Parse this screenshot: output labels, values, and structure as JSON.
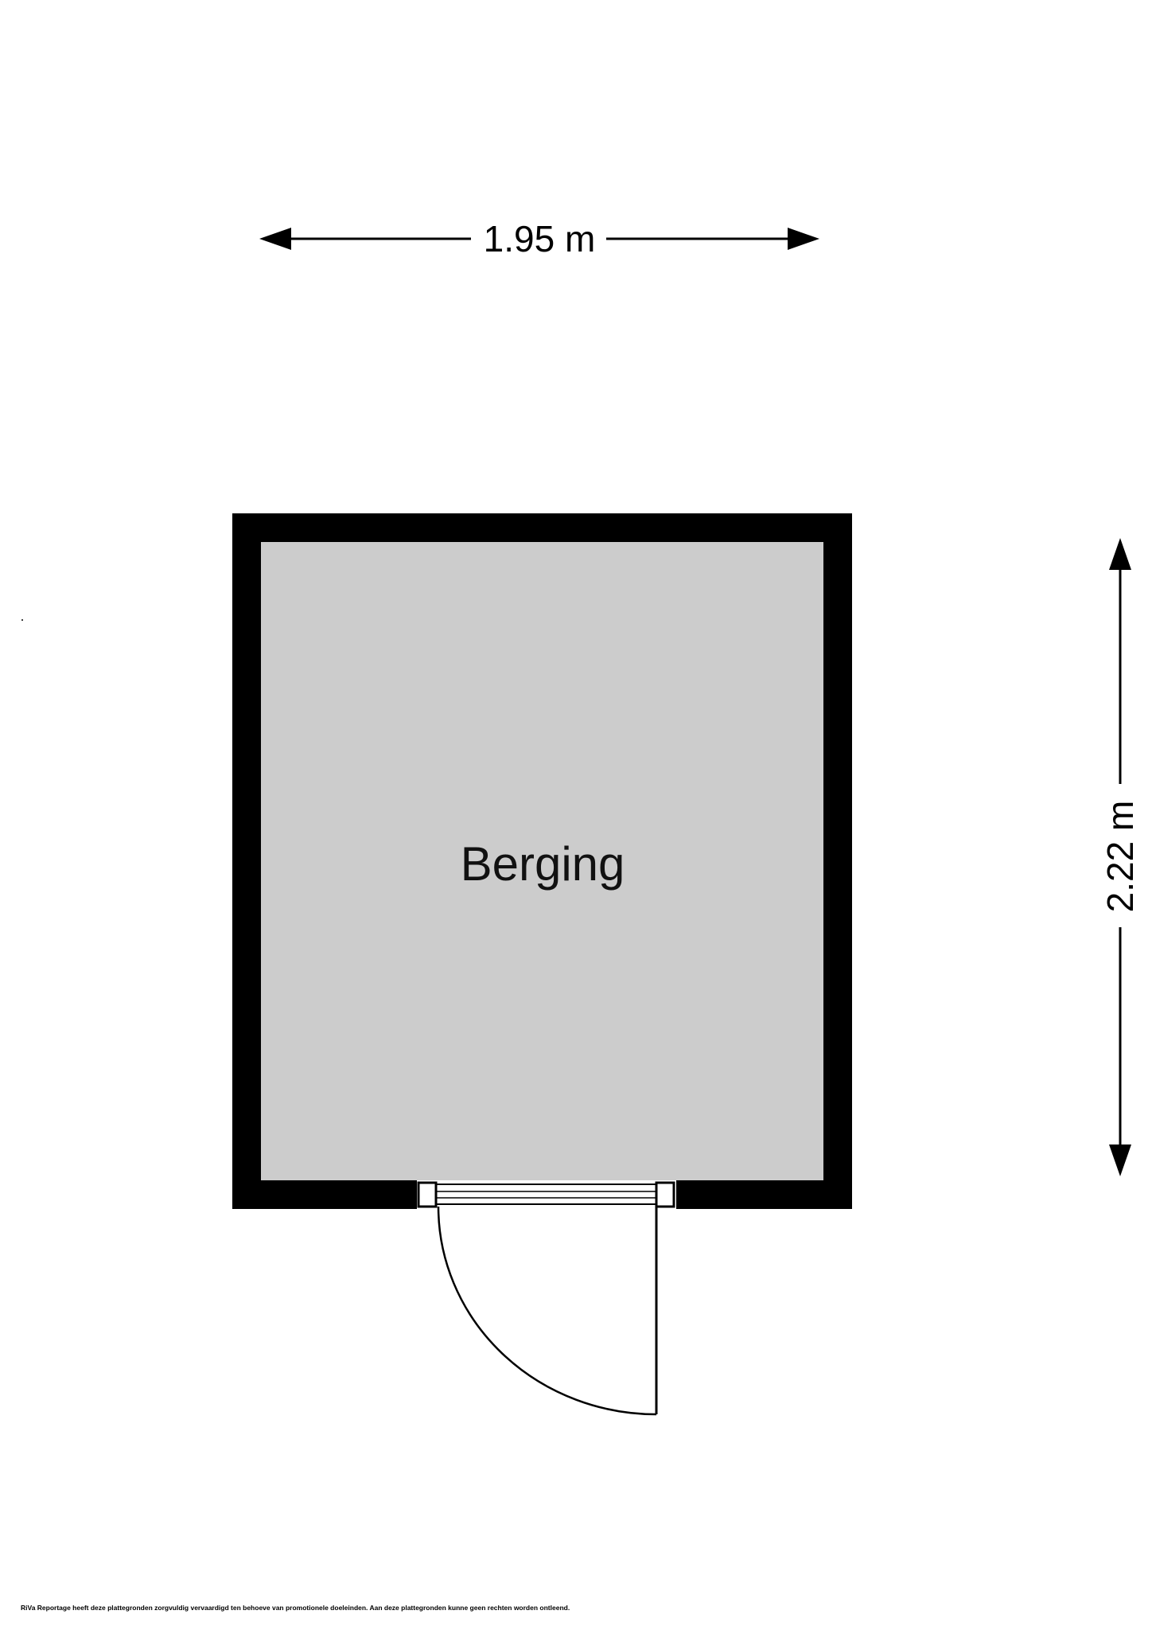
{
  "floorplan": {
    "room": {
      "label": "Berging",
      "fill_color": "#cccccc",
      "wall_color": "#000000"
    },
    "dimensions": {
      "width_label": "1.95 m",
      "height_label": "2.22 m"
    },
    "door": {
      "type": "swing-door",
      "opens": "outward"
    }
  },
  "footer": {
    "disclaimer": "RiVa Reportage heeft deze plattegronden zorgvuldig vervaardigd ten behoeve van promotionele doeleinden.  Aan deze plattegronden kunne geen rechten worden ontleend."
  }
}
